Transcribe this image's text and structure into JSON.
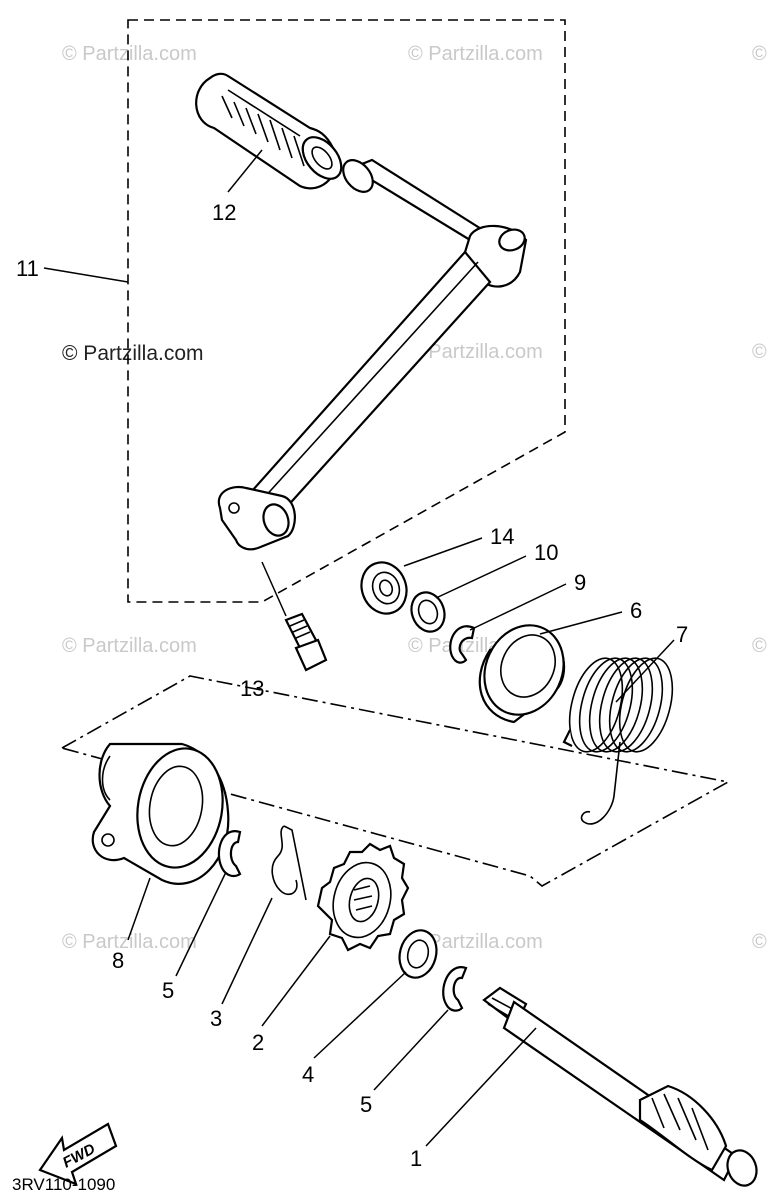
{
  "watermark": "© Partzilla.com",
  "watermark_main": "© Partzilla.com",
  "diagram_code": "3RV110-1090",
  "fwd_label": "FWD",
  "callouts": {
    "c1": "1",
    "c2": "2",
    "c3": "3",
    "c4": "4",
    "c5a": "5",
    "c5b": "5",
    "c6": "6",
    "c7": "7",
    "c8": "8",
    "c9": "9",
    "c10": "10",
    "c11": "11",
    "c12": "12",
    "c13": "13",
    "c14": "14"
  }
}
